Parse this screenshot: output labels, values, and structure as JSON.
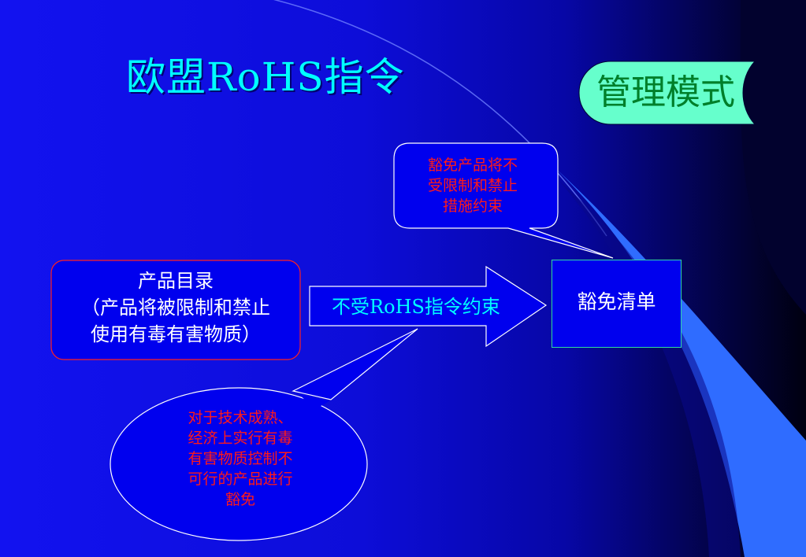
{
  "slide": {
    "title": "欧盟RoHS指令",
    "mode_label": "管理模式",
    "callout_top": [
      "豁免产品将不",
      "受限制和禁止",
      "措施约束"
    ],
    "product_catalog": [
      "产品目录",
      "（产品将被限制和禁止",
      "使用有毒有害物质）"
    ],
    "arrow_label": "不受RoHS指令约束",
    "exemption_list": "豁免清单",
    "callout_bottom": [
      "对于技术成熟、",
      "经济上实行有毒",
      "有害物质控制不",
      "可行的产品进行",
      "豁免"
    ]
  },
  "colors": {
    "title": "#00ffff",
    "mode_label_text": "#007f2a",
    "mode_label_fill": "#66ffcc",
    "callout_text": "#ff1a1a",
    "arrow_label": "#00ffff",
    "box_text": "#ffffff",
    "exemption_box_border": "#2fd9a3"
  }
}
